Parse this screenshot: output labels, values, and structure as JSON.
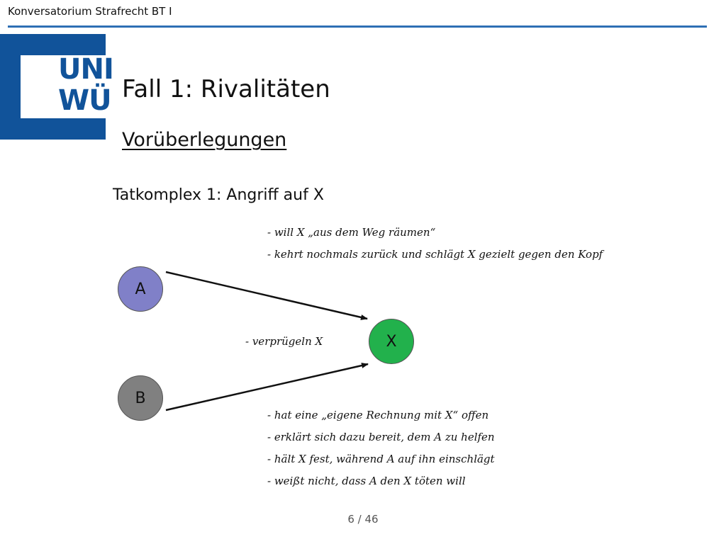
{
  "header": {
    "title": "Konversatorium Strafrecht BT I"
  },
  "logo": {
    "line1": "UNI",
    "line2": "WÜ"
  },
  "slide": {
    "title": "Fall 1: Rivalitäten",
    "subtitle": "Vorüberlegungen",
    "complex_title": "Tatkomplex 1: Angriff auf X"
  },
  "diagram": {
    "nodes": {
      "a": {
        "label": "A",
        "color": "#8080c8"
      },
      "b": {
        "label": "B",
        "color": "#808080"
      },
      "x": {
        "label": "X",
        "color": "#22b14c"
      }
    },
    "notes_a": [
      "- will X „aus dem Weg räumen“",
      "- kehrt nochmals zurück und schlägt X gezielt gegen den Kopf"
    ],
    "note_middle": "- verprügeln X",
    "notes_b": [
      "- hat eine „eigene Rechnung mit X“ offen",
      "- erklärt sich dazu bereit, dem A zu helfen",
      "- hält X fest, während A auf ihn einschlägt",
      "- weißt nicht, dass A  den X töten will"
    ]
  },
  "footer": {
    "page": "6 / 46"
  }
}
